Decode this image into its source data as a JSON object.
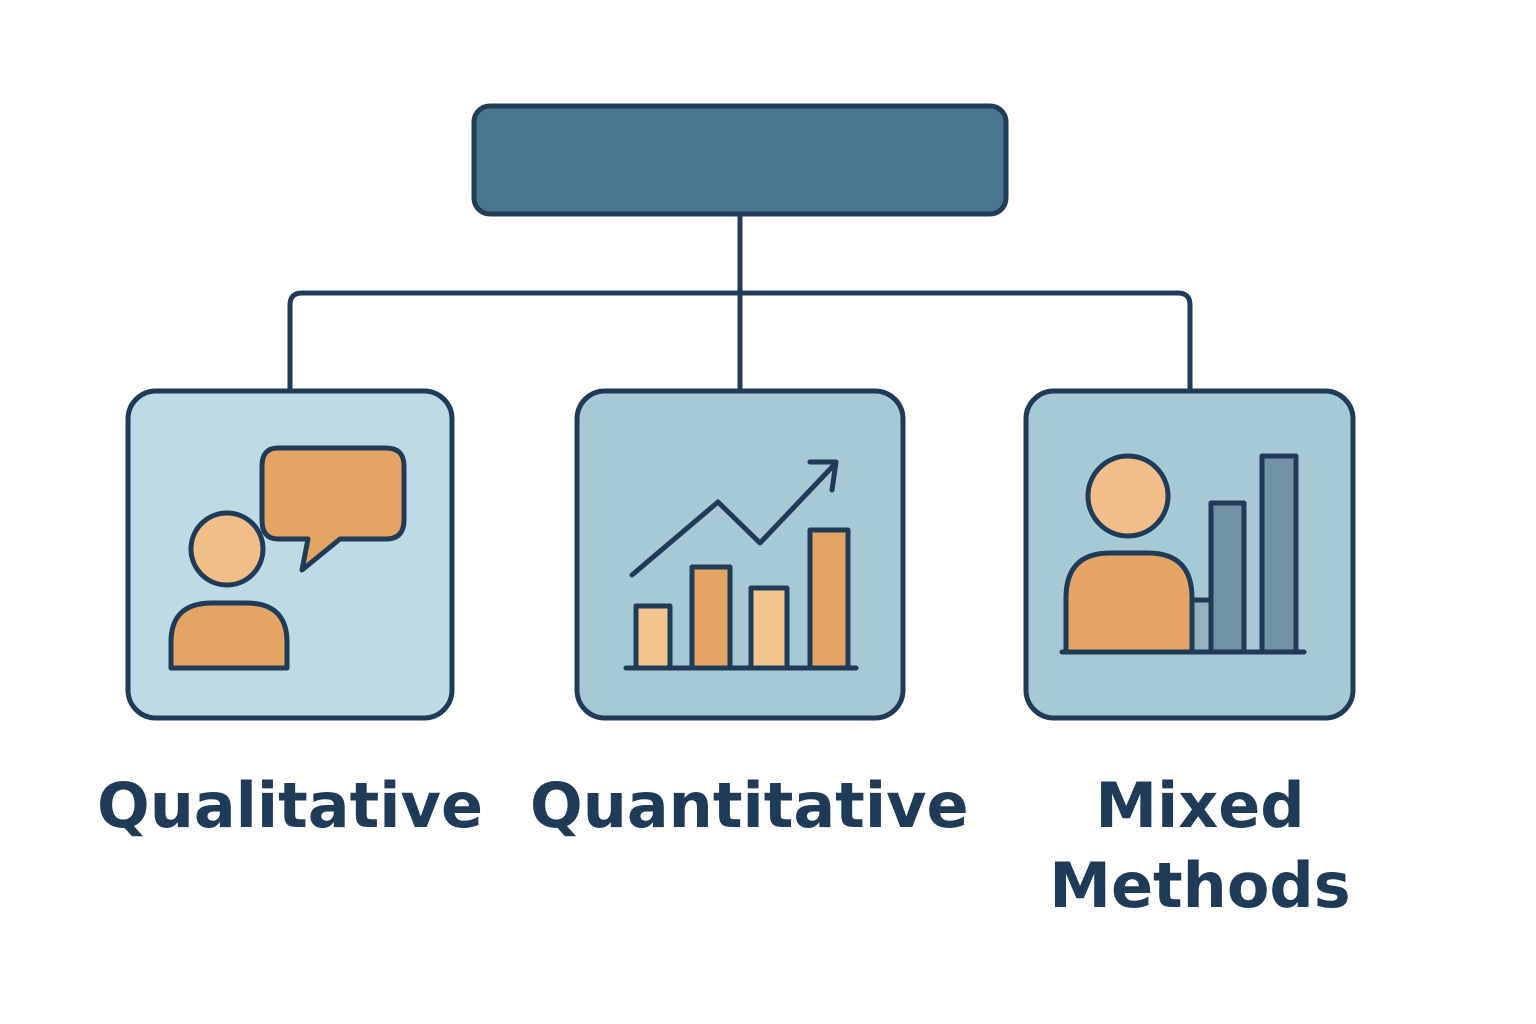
{
  "categories": [
    {
      "key": "qualitative",
      "label": "Qualitative"
    },
    {
      "key": "quantitative",
      "label": "Quantitative"
    },
    {
      "key": "mixed",
      "label": "Mixed Methods"
    }
  ],
  "colors": {
    "outline": "#1f3b57",
    "root_fill": "#4a7690",
    "panel_fill_light": "#bddbe4",
    "panel_fill": "#a6cad5",
    "person_head": "#f0be86",
    "person_body": "#e4a463",
    "bar_light": "#f3c590",
    "bar_dark": "#e4a463",
    "bar_blue_light": "#8fb3c1",
    "bar_blue": "#6f93a5",
    "label_text": "#1f3b57"
  },
  "icons": {
    "qualitative": "person-speech-bubble-icon",
    "quantitative": "bar-chart-trend-arrow-icon",
    "mixed": "person-bar-chart-icon"
  }
}
